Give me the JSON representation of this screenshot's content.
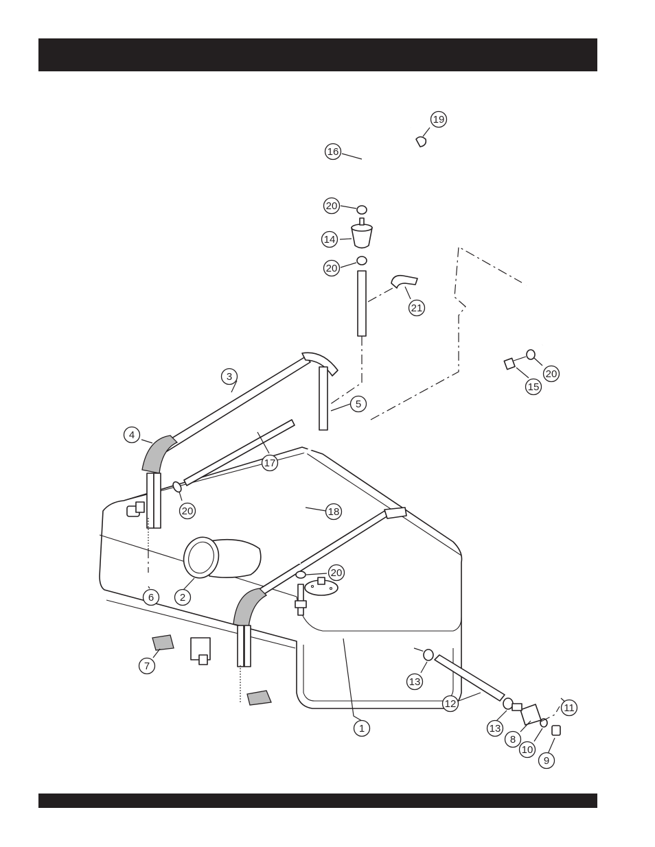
{
  "header": {
    "title": ""
  },
  "footer": {
    "text": ""
  },
  "diagram": {
    "parts": [
      {
        "id": "tank",
        "label": "1"
      },
      {
        "id": "filler-neck",
        "label": "2"
      },
      {
        "id": "rear-strap",
        "label": "3"
      },
      {
        "id": "front-strap-pad",
        "label": "4"
      },
      {
        "id": "bracket",
        "label": "5"
      },
      {
        "id": "strap-bolt",
        "label": "6"
      },
      {
        "id": "tank-pad",
        "label": "7"
      },
      {
        "id": "drain-fitting",
        "label": "8"
      },
      {
        "id": "drain-plug",
        "label": "9"
      },
      {
        "id": "gasket",
        "label": "10"
      },
      {
        "id": "elbow",
        "label": "11"
      },
      {
        "id": "drain-hose",
        "label": "12"
      },
      {
        "id": "hose-clamp-lower",
        "label": "13"
      },
      {
        "id": "hose-clamp-upper",
        "label": "13"
      },
      {
        "id": "fuel-filter",
        "label": "14"
      },
      {
        "id": "hex-bolt",
        "label": "15"
      },
      {
        "id": "vent-hose",
        "label": "16"
      },
      {
        "id": "return-hose",
        "label": "17"
      },
      {
        "id": "supply-hose",
        "label": "18"
      },
      {
        "id": "clip",
        "label": "19"
      },
      {
        "id": "clamp-a",
        "label": "20"
      },
      {
        "id": "clamp-b",
        "label": "20"
      },
      {
        "id": "clamp-c",
        "label": "20"
      },
      {
        "id": "clamp-d",
        "label": "20"
      },
      {
        "id": "clamp-e",
        "label": "20"
      },
      {
        "id": "p-clamp",
        "label": "21"
      }
    ]
  }
}
